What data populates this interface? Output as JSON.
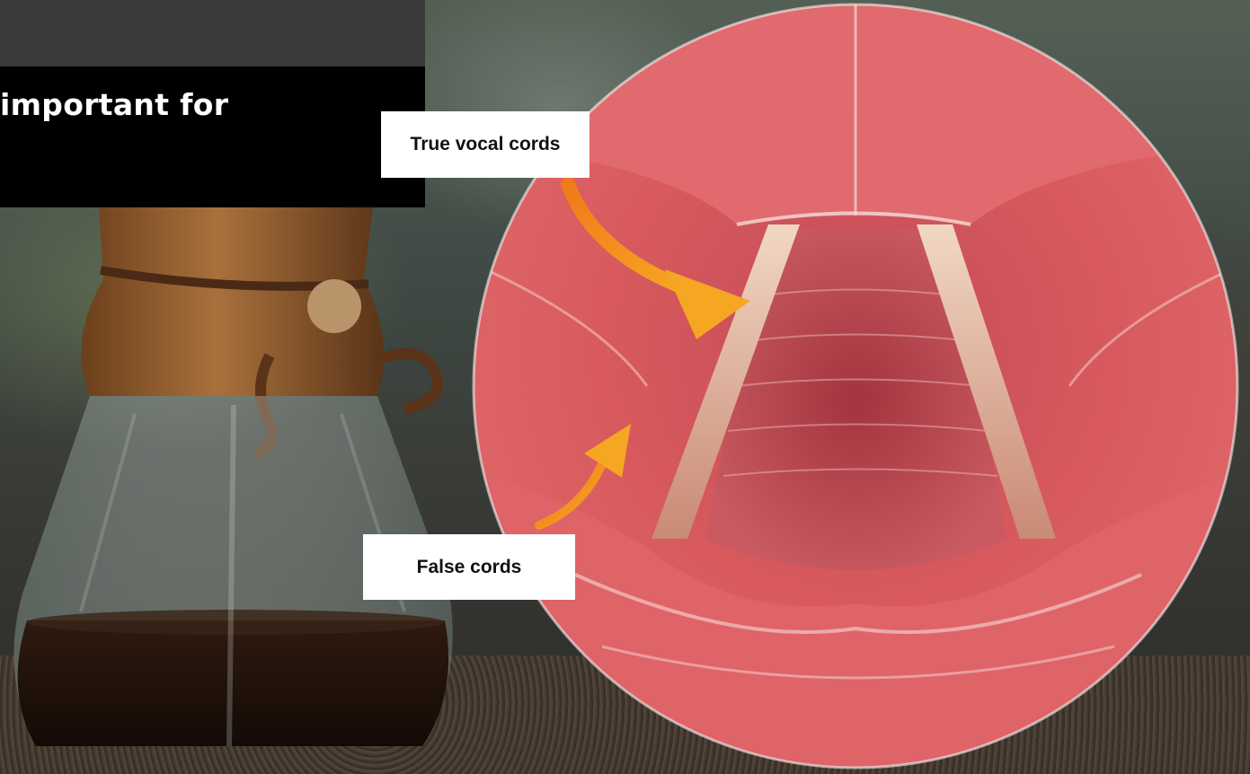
{
  "title": {
    "text": "important for"
  },
  "diagram": {
    "labels": {
      "true_cords": "True vocal cords",
      "false_cords": "False cords"
    },
    "arrow_color": "#f39a1d"
  },
  "colors": {
    "panel_dark": "#000000",
    "panel_top": "#3a3a3a",
    "tissue": "#d8575c"
  }
}
